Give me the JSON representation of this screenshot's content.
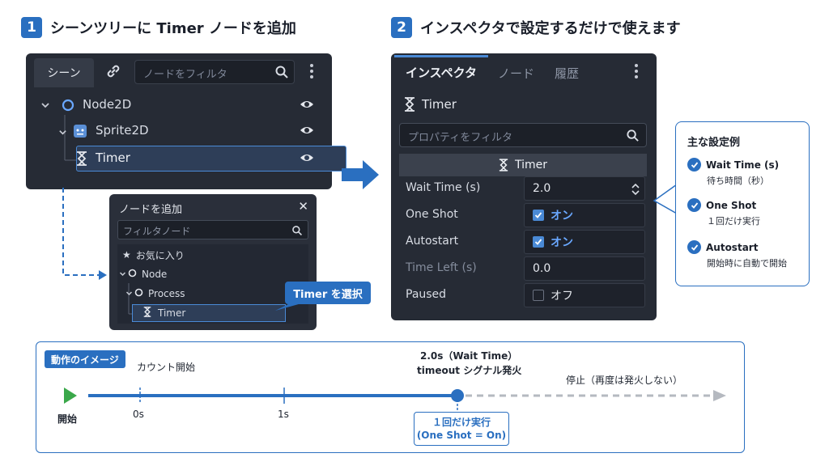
{
  "step1": {
    "number": "1",
    "title": "シーンツリーに Timer ノードを追加"
  },
  "step2": {
    "number": "2",
    "title": "インスペクタで設定するだけで使えます"
  },
  "scene_panel": {
    "tab_label": "シーン",
    "filter_placeholder": "ノードをフィルタ",
    "nodes": [
      {
        "name": "Node2D",
        "icon": "circle-node-icon"
      },
      {
        "name": "Sprite2D",
        "icon": "sprite-icon"
      },
      {
        "name": "Timer",
        "icon": "hourglass-icon"
      }
    ]
  },
  "add_node_dialog": {
    "title": "ノードを追加",
    "filter_placeholder": "フィルタノード",
    "items": [
      {
        "label": "お気に入り",
        "icon": "star-icon"
      },
      {
        "label": "Node",
        "icon": "circle-node-icon"
      },
      {
        "label": "Process",
        "icon": "circle-node-icon"
      },
      {
        "label": "Timer",
        "icon": "hourglass-icon"
      }
    ],
    "callout": "Timer を選択"
  },
  "inspector": {
    "tabs": [
      "インスペクタ",
      "ノード",
      "履歴"
    ],
    "node_title": "Timer",
    "filter_placeholder": "プロパティをフィルタ",
    "section": "Timer",
    "properties": [
      {
        "label": "Wait Time (s)",
        "value": "2.0",
        "type": "spin"
      },
      {
        "label": "One Shot",
        "value": "オン",
        "type": "check-on"
      },
      {
        "label": "Autostart",
        "value": "オン",
        "type": "check-on"
      },
      {
        "label": "Time Left (s)",
        "value": "0.0",
        "type": "readonly"
      },
      {
        "label": "Paused",
        "value": "オフ",
        "type": "check-off"
      }
    ]
  },
  "settings_examples": {
    "title": "主な設定例",
    "items": [
      {
        "name": "Wait Time (s)",
        "desc": "待ち時間（秒）"
      },
      {
        "name": "One Shot",
        "desc": "１回だけ実行"
      },
      {
        "name": "Autostart",
        "desc": "開始時に自動で開始"
      }
    ]
  },
  "timeline": {
    "badge": "動作のイメージ",
    "start_label": "開始",
    "count_start": "カウント開始",
    "tick_0": "0s",
    "tick_1": "1s",
    "fire_time": "2.0s（Wait Time）",
    "fire_signal": "timeout シグナル発火",
    "stop_label": "停止（再度は発火しない）",
    "note_line1": "１回だけ実行",
    "note_line2": "(One Shot = On)"
  },
  "colors": {
    "accent": "#2a6fc0",
    "panel": "#262b35",
    "start": "#3aa84a"
  }
}
